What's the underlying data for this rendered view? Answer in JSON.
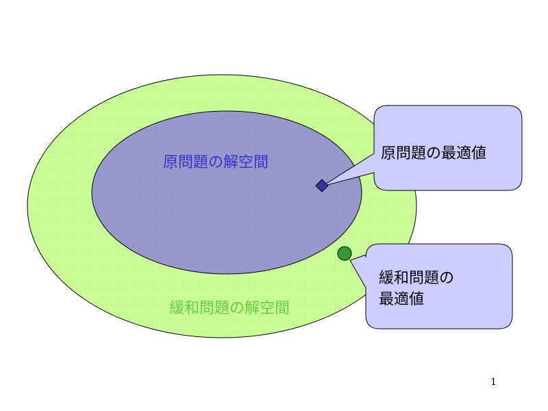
{
  "diagram": {
    "relaxed_space_label": "緩和問題の解空間",
    "original_space_label": "原問題の解空間",
    "original_optimum_callout": "原問題の最適値",
    "relaxed_optimum_callout_line1": "緩和問題の",
    "relaxed_optimum_callout_line2": "最適値"
  },
  "page_number": "1",
  "colors": {
    "outer_ellipse_fill": "#ccff99",
    "inner_ellipse_fill": "#9999cc",
    "callout_fill": "#ccccff",
    "diamond_marker": "#3333aa",
    "circle_marker": "#339933",
    "relaxed_label_text": "#66cc44",
    "original_label_text": "#3333cc",
    "callout_text": "#000000"
  }
}
